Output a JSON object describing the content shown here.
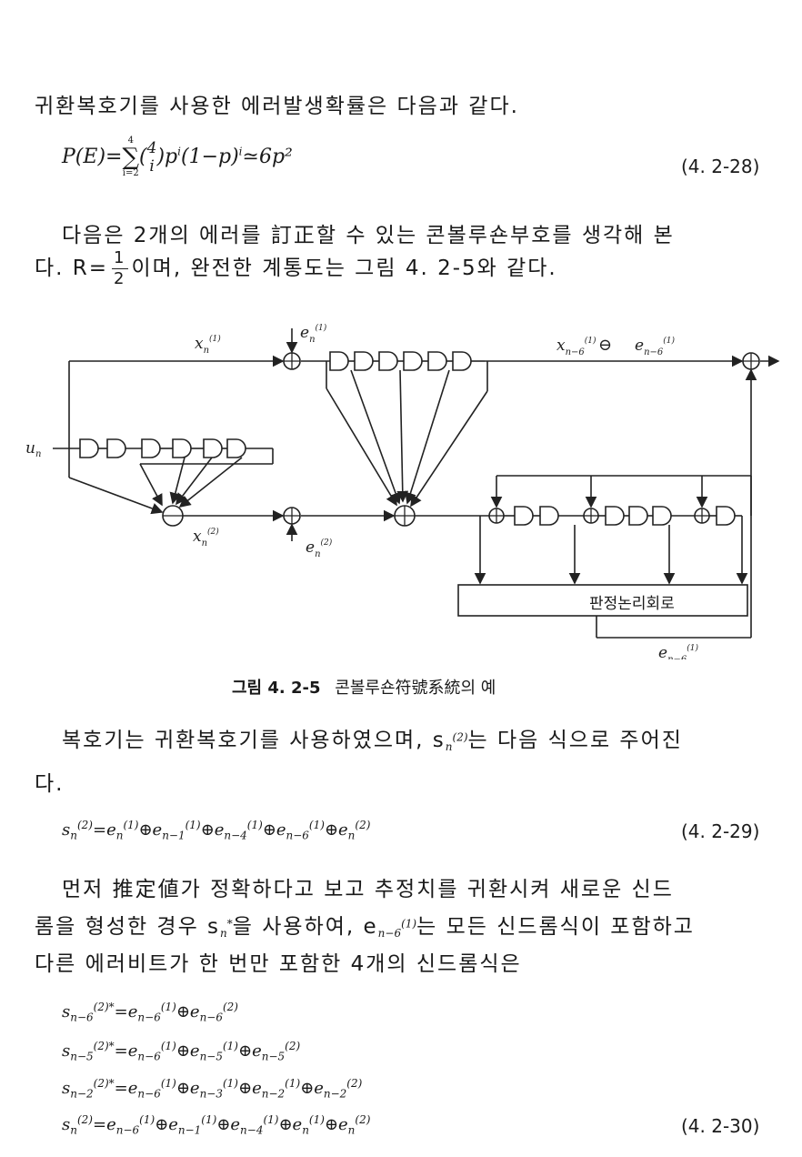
{
  "intro_line": "귀환복호기를 사용한 에러발생확률은 다음과 같다.",
  "eq_28": {
    "lhs": "P(E)",
    "rhs_tail": "≃6p²",
    "label": "(4. 2-28)"
  },
  "para1_line1": "다음은 2개의 에러를 訂正할 수 있는 콘볼루숀부호를  생각해 본",
  "para1_line2_a": "다.  R=",
  "para1_line2_b": "이며, 완전한 계통도는 그림 4. 2-5와 같다.",
  "fig": {
    "decision_box_label": "판정논리회로",
    "caption_num": "그림 4. 2-5",
    "caption_text": "콘볼루숀符號系統의 예"
  },
  "para2_line1": "복호기는 귀환복호기를 사용하였으며,  s",
  "para2_line1_b": "는 다음 식으로 주어진",
  "para2_line2": "다.",
  "eq_29": {
    "label": "(4. 2-29)"
  },
  "para3_line1": "먼저 推定値가 정확하다고 보고 추정치를 귀환시켜 새로운  신드",
  "para3_line2_a": "롬을 형성한 경우 s",
  "para3_line2_b": "을 사용하여,  e",
  "para3_line2_c": "는 모든 신드롬식이 포함하고",
  "para3_line3": "다른 에러비트가 한 번만 포함한 4개의 신드롬식은",
  "eq_30": {
    "label": "(4. 2-30)"
  }
}
